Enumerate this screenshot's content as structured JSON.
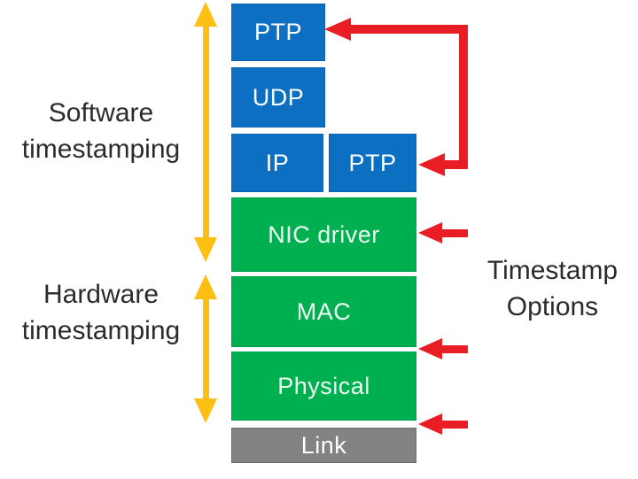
{
  "colors": {
    "blue": "#0d6fc2",
    "green": "#00b050",
    "gray": "#838383",
    "gold": "#fdbf11",
    "red": "#e81e24",
    "text": "#2b2b2b"
  },
  "stack": [
    {
      "id": "ptp-application",
      "label": "PTP"
    },
    {
      "id": "udp",
      "label": "UDP"
    },
    {
      "id": "ip",
      "label": "IP"
    },
    {
      "id": "ptp-transport",
      "label": "PTP"
    },
    {
      "id": "nic-driver",
      "label": "NIC driver"
    },
    {
      "id": "mac",
      "label": "MAC"
    },
    {
      "id": "physical",
      "label": "Physical"
    },
    {
      "id": "link",
      "label": "Link"
    }
  ],
  "annotations": {
    "software": {
      "line1": "Software",
      "line2": "timestamping"
    },
    "hardware": {
      "line1": "Hardware",
      "line2": "timestamping"
    },
    "options": {
      "line1": "Timestamp",
      "line2": "Options"
    }
  }
}
